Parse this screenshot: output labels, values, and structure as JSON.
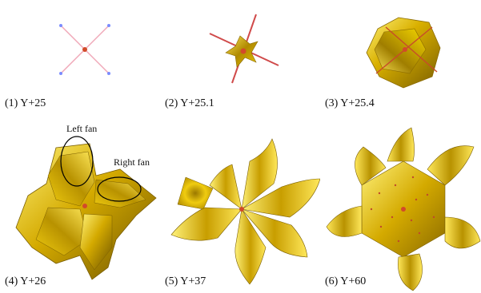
{
  "captions": {
    "p1": "(1) Y+25",
    "p2": "(2) Y+25.1",
    "p3": "(3) Y+25.4",
    "p4": "(4) Y+26",
    "p5": "(5) Y+37",
    "p6": "(6) Y+60"
  },
  "annotations": {
    "left_fan": "Left fan",
    "right_fan": "Right fan"
  },
  "colors": {
    "gold": "#e8c400",
    "gold_dark": "#9a7a00",
    "gold_light": "#ffe85a",
    "pink_line": "#f0a8b8",
    "red_center": "#d24a2a",
    "blue_dot": "#7a8cff"
  }
}
